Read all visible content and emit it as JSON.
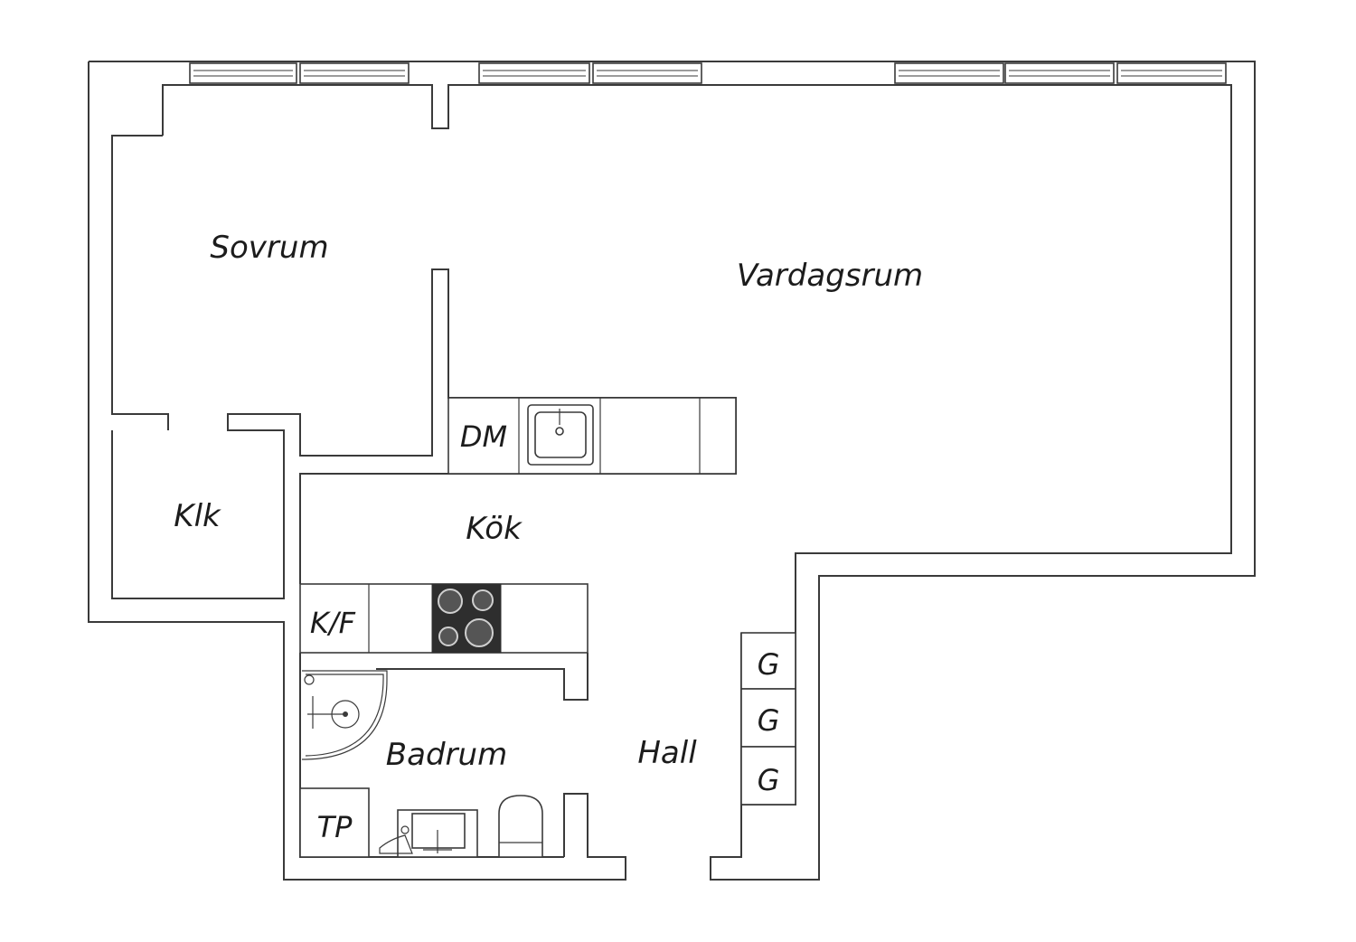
{
  "rooms": {
    "sovrum": "Sovrum",
    "vardagsrum": "Vardagsrum",
    "klk": "Klk",
    "kok": "Kök",
    "badrum": "Badrum",
    "hall": "Hall"
  },
  "fixtures": {
    "dishwasher": "DM",
    "fridge_freezer": "K/F",
    "toilet_paper": "TP",
    "closet_1": "G",
    "closet_2": "G",
    "closet_3": "G"
  },
  "colors": {
    "line": "#3a3a3a",
    "text": "#1c1c1c",
    "stove": "#2e2e2e",
    "background": "#ffffff"
  }
}
